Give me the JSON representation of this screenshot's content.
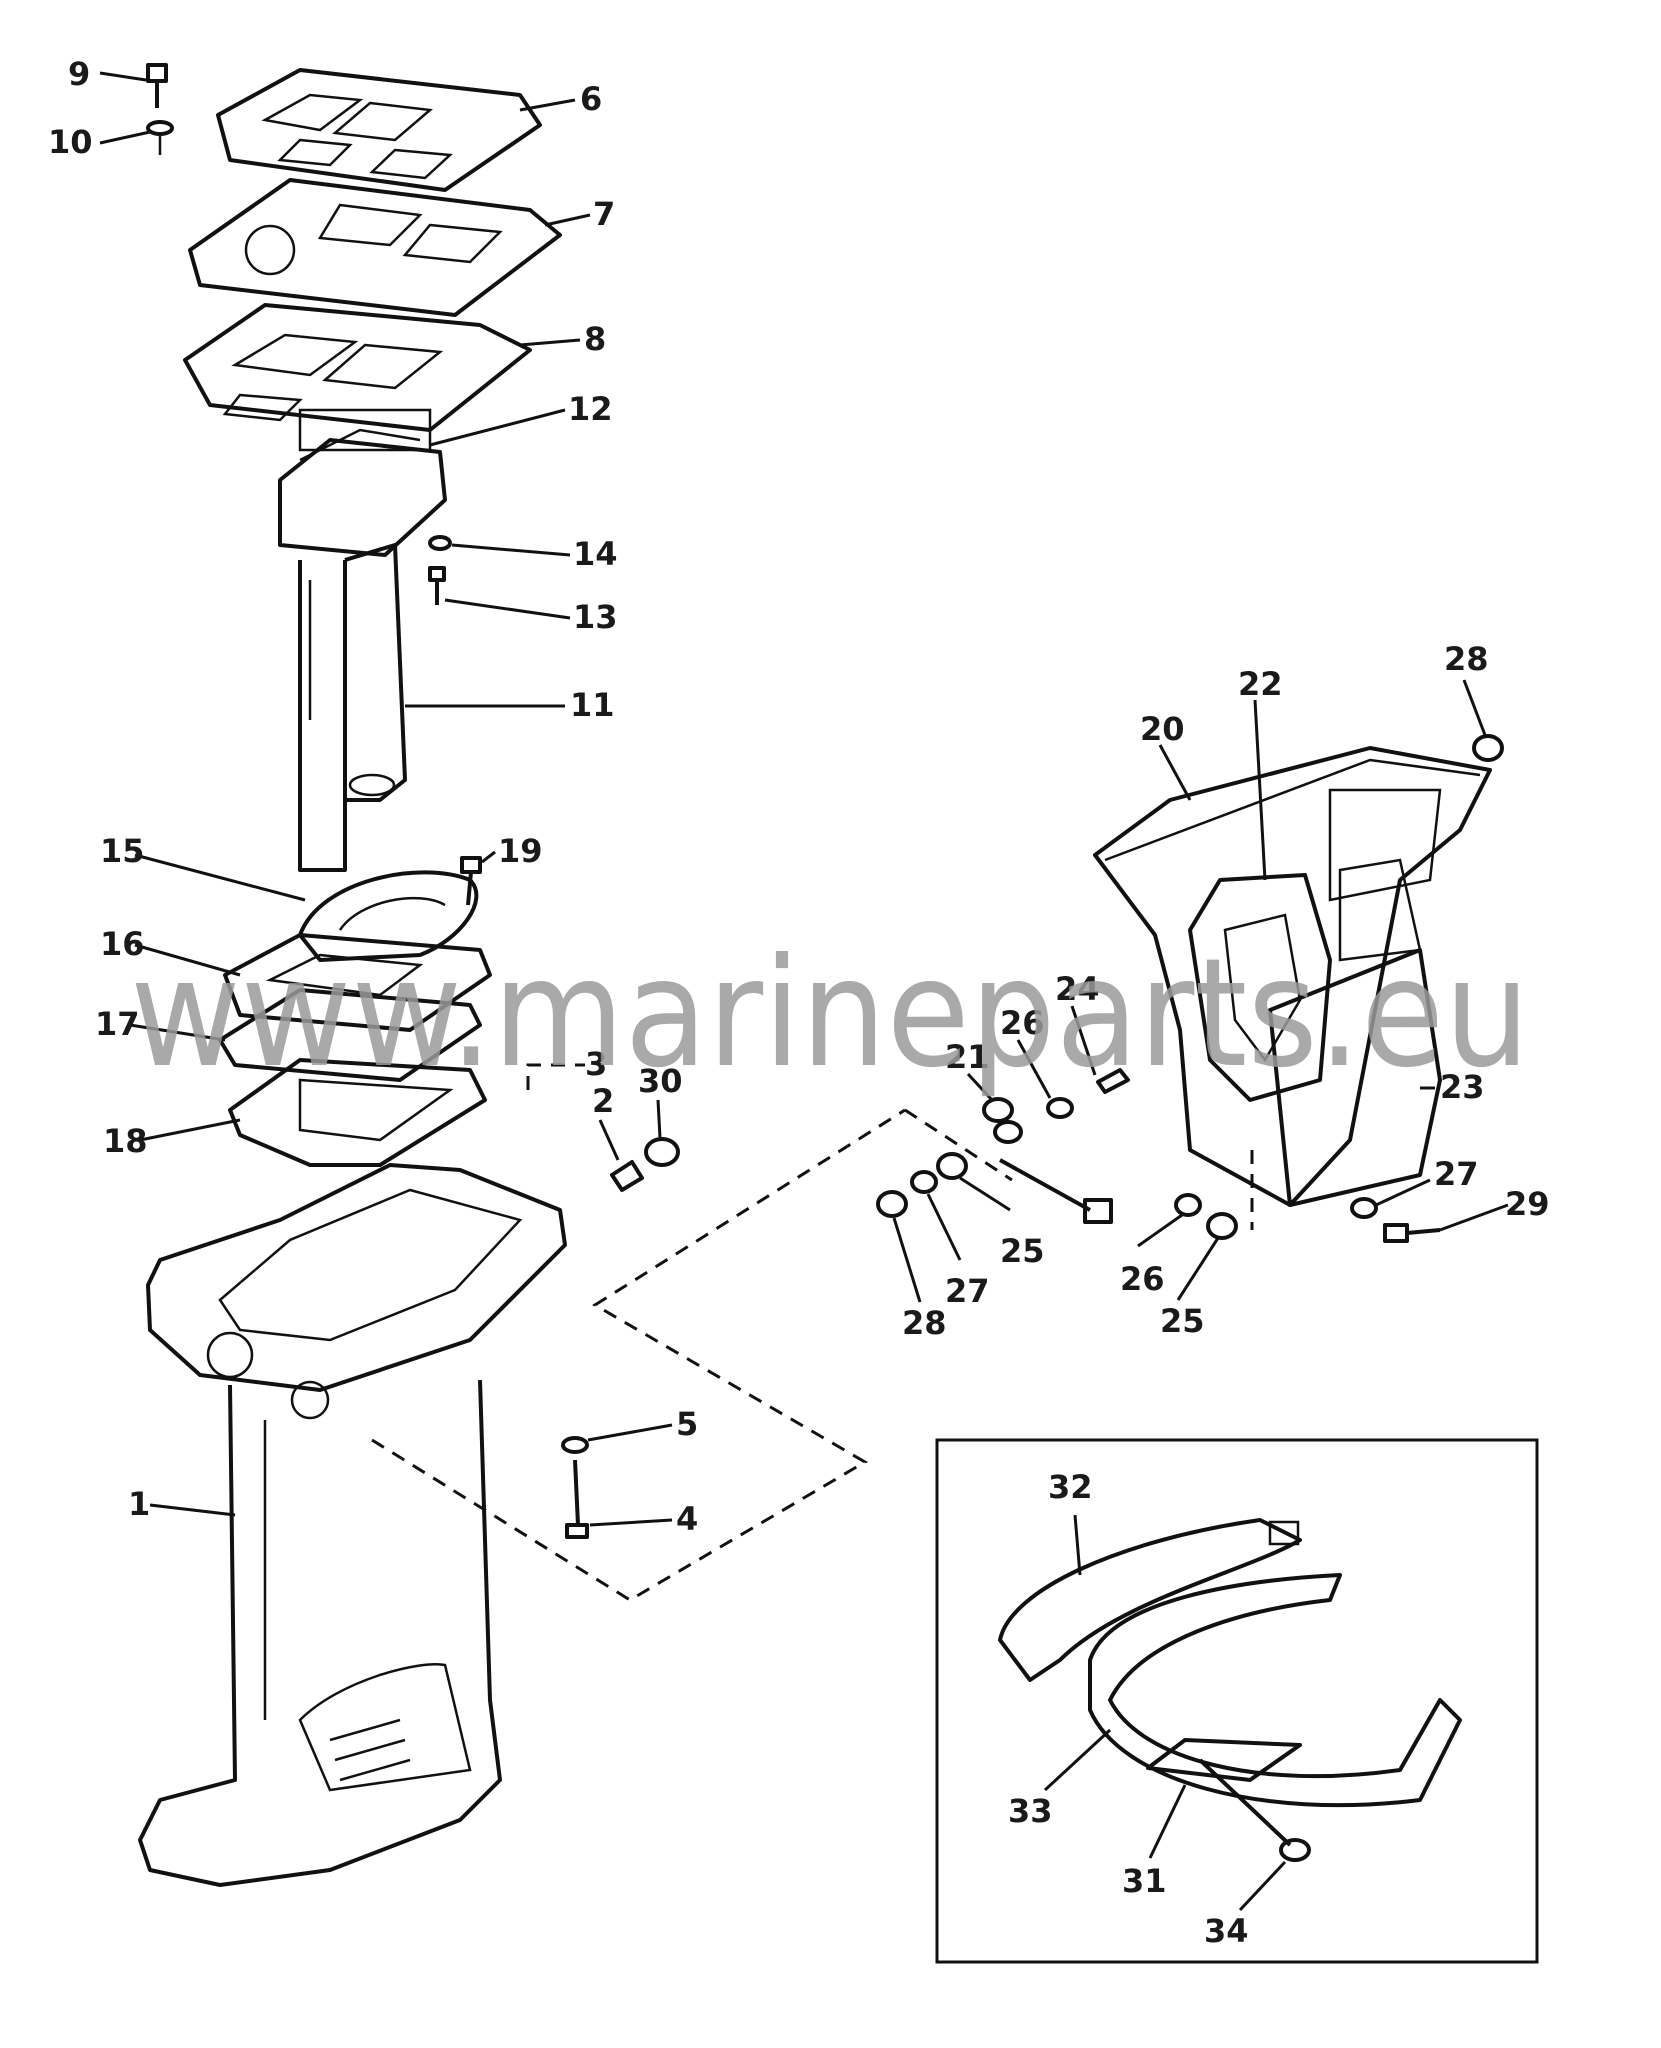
{
  "watermark": "www.marineparts.eu",
  "callouts": [
    {
      "id": "c9",
      "label": "9"
    },
    {
      "id": "c10",
      "label": "10"
    },
    {
      "id": "c6",
      "label": "6"
    },
    {
      "id": "c7",
      "label": "7"
    },
    {
      "id": "c8",
      "label": "8"
    },
    {
      "id": "c12",
      "label": "12"
    },
    {
      "id": "c14",
      "label": "14"
    },
    {
      "id": "c13",
      "label": "13"
    },
    {
      "id": "c11",
      "label": "11"
    },
    {
      "id": "c15",
      "label": "15"
    },
    {
      "id": "c19",
      "label": "19"
    },
    {
      "id": "c16",
      "label": "16"
    },
    {
      "id": "c17",
      "label": "17"
    },
    {
      "id": "c3",
      "label": "3"
    },
    {
      "id": "c2",
      "label": "2"
    },
    {
      "id": "c30",
      "label": "30"
    },
    {
      "id": "c18",
      "label": "18"
    },
    {
      "id": "c5",
      "label": "5"
    },
    {
      "id": "c4",
      "label": "4"
    },
    {
      "id": "c1",
      "label": "1"
    },
    {
      "id": "c20",
      "label": "20"
    },
    {
      "id": "c22",
      "label": "22"
    },
    {
      "id": "c28a",
      "label": "28"
    },
    {
      "id": "c24",
      "label": "24"
    },
    {
      "id": "c26a",
      "label": "26"
    },
    {
      "id": "c21",
      "label": "21"
    },
    {
      "id": "c23",
      "label": "23"
    },
    {
      "id": "c25a",
      "label": "25"
    },
    {
      "id": "c27a",
      "label": "27"
    },
    {
      "id": "c28b",
      "label": "28"
    },
    {
      "id": "c27b",
      "label": "27"
    },
    {
      "id": "c29",
      "label": "29"
    },
    {
      "id": "c26b",
      "label": "26"
    },
    {
      "id": "c25b",
      "label": "25"
    },
    {
      "id": "c32",
      "label": "32"
    },
    {
      "id": "c33",
      "label": "33"
    },
    {
      "id": "c31",
      "label": "31"
    },
    {
      "id": "c34",
      "label": "34"
    }
  ]
}
